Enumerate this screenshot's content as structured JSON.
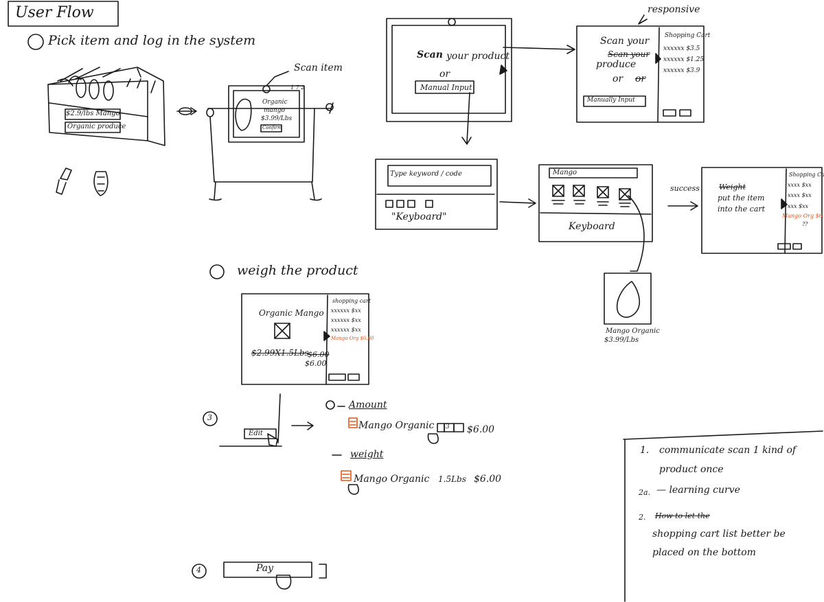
{
  "title": "User Flow",
  "steps": {
    "s1": "Pick item and log in the system",
    "s2": "weigh the product",
    "s3": "3",
    "s4": "4"
  },
  "shelf": {
    "tag1": "$2.9/lbs Mango",
    "tag2": "Organic produce"
  },
  "cart_device": {
    "callout": "Scan item",
    "status": "1 7 2",
    "product_line1": "Organic",
    "product_line2": "mango",
    "price": "$3.99/Lbs",
    "button": "Confirm"
  },
  "tablet_main": {
    "scan_word": "Scan",
    "scan_rest": "your product",
    "or": "or",
    "manual_button": "Manual Input"
  },
  "responsive": {
    "callout": "responsive",
    "scan_line1": "Scan your",
    "scan_strike": "Scan your",
    "scan_line2": "produce",
    "or": "or",
    "or_strike": "or",
    "manual_button": "Manually Input",
    "cart_title": "Shopping Cart",
    "cart_items": [
      "xxxxxx $3.5",
      "xxxxxx $1.25",
      "xxxxxx $3.9"
    ]
  },
  "manual_input": {
    "search_placeholder": "Type keyword / code",
    "keyboard_label": "\"Keyboard\""
  },
  "search_results": {
    "query": "Mango",
    "keyboard_label": "Keyboard"
  },
  "flow": {
    "success_label": "success"
  },
  "success_screen": {
    "line1_strike": "Weight",
    "line1": "put the item",
    "line2": "into the cart",
    "cart_title": "Shopping Cart",
    "cart_items": [
      "xxxx $xx",
      "xxxx $xx",
      "xxx $xx"
    ],
    "new_item": "Mango Org $6",
    "marks": "??"
  },
  "product_card": {
    "name": "Mango Organic",
    "price": "$3.99/Lbs"
  },
  "weigh_screen": {
    "product": "Organic Mango",
    "calc": "$2.99X1.5Lbs",
    "strike_total": "$6.00",
    "total": "$6.00",
    "cart_title": "shopping cart",
    "cart_items": [
      "xxxxxx $xx",
      "xxxxxx $xx",
      "xxxxxx $xx"
    ],
    "new_item": "Mango Org $6.00"
  },
  "edit_step": {
    "edit_button": "Edit",
    "amount_title": "Amount",
    "amount_row": "Mango Organic",
    "amount_qty": "3",
    "amount_price": "$6.00",
    "weight_title": "weight",
    "weight_row": "Mango Organic",
    "weight_qty": "1.5Lbs",
    "weight_price": "$6.00"
  },
  "pay_step": {
    "pay_button": "Pay"
  },
  "notes": {
    "n1_num": "1.",
    "n1_line1": "communicate scan 1 kind of",
    "n1_line2": "product once",
    "n2a_num": "2a.",
    "n2a_text": "— learning curve",
    "n2_num": "2.",
    "n2_strike": "How to let the",
    "n2_line1": "shopping cart list better be",
    "n2_line2": "placed on the bottom"
  },
  "colors": {
    "ink": "#1a1a1a",
    "accent": "#e0561c",
    "paper": "#ffffff"
  }
}
